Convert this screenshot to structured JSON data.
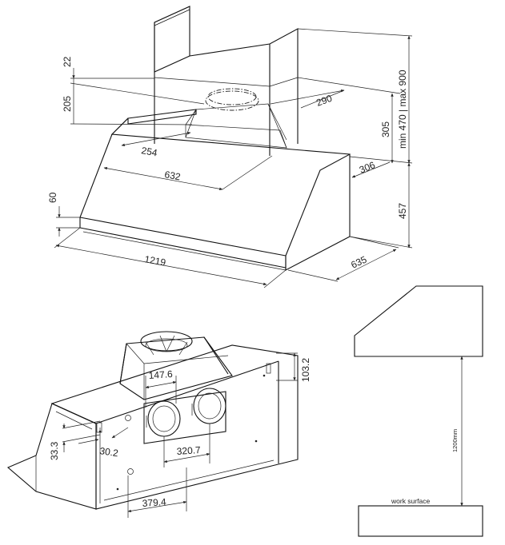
{
  "colors": {
    "line": "#111111",
    "background": "#ffffff"
  },
  "dims_top": {
    "d22": "22",
    "d205": "205",
    "d290": "290",
    "d254": "254",
    "d305": "305",
    "d_minmax": "min 470 | max 900",
    "d632": "632",
    "d306": "306",
    "d60": "60",
    "d457": "457",
    "d1219": "1219",
    "d635": "635"
  },
  "dims_bottom": {
    "d147_6": "147.6",
    "d103_2": "103.2",
    "d33_3": "33.3",
    "d30_2": "30.2",
    "d320_7": "320.7",
    "d379_4": "379.4"
  },
  "install": {
    "height": "1200mm",
    "surface_label": "work surface"
  }
}
